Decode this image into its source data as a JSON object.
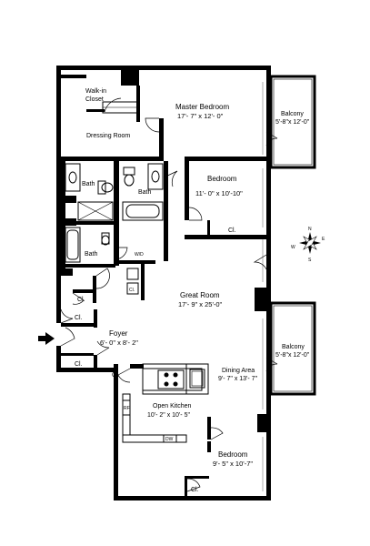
{
  "rooms": {
    "walk_in_closet": {
      "line1": "Walk-in",
      "line2": "Closet"
    },
    "master_bedroom": {
      "name": "Master Bedroom",
      "dims": "17'- 7\" x 12'- 0\""
    },
    "balcony_top": {
      "name": "Balcony",
      "dims": "5'-8\"x 12'-0\""
    },
    "dressing_room": {
      "name": "Dressing Room"
    },
    "bath_1": {
      "name": "Bath"
    },
    "bath_2": {
      "name": "Bath"
    },
    "bath_3": {
      "name": "Bath"
    },
    "bedroom_1": {
      "name": "Bedroom",
      "dims": "11'- 0\" x 10'-10\""
    },
    "closet_bedroom_1": {
      "name": "Cl."
    },
    "wd": {
      "name": "W/D"
    },
    "closet_hall": {
      "name": "Cl."
    },
    "closet_hall_2": {
      "name": "Cl."
    },
    "great_room": {
      "name": "Great Room",
      "dims": "17'- 9\" x 25'-0\""
    },
    "foyer": {
      "name": "Foyer",
      "dims": "6'- 0\" x 8'- 2\""
    },
    "closet_foyer_1": {
      "name": "Cl."
    },
    "closet_foyer_2": {
      "name": "Cl."
    },
    "balcony_bottom": {
      "name": "Balcony",
      "dims": "5'-8\"x 12'-0\""
    },
    "dining_area": {
      "name": "Dining Area",
      "dims": "9'- 7\" x 13'- 7\""
    },
    "open_kitchen": {
      "name": "Open Kitchen",
      "dims": "10'- 2\" x 10'- 5\""
    },
    "bedroom_2": {
      "name": "Bedroom",
      "dims": "9'- 5\" x 10'-7\""
    },
    "closet_bedroom_2": {
      "name": "Cl."
    }
  },
  "fixtures": {
    "refrigerator": "RF",
    "dishwasher": "DW"
  },
  "compass": {
    "n": "N",
    "s": "S",
    "e": "E",
    "w": "W"
  }
}
